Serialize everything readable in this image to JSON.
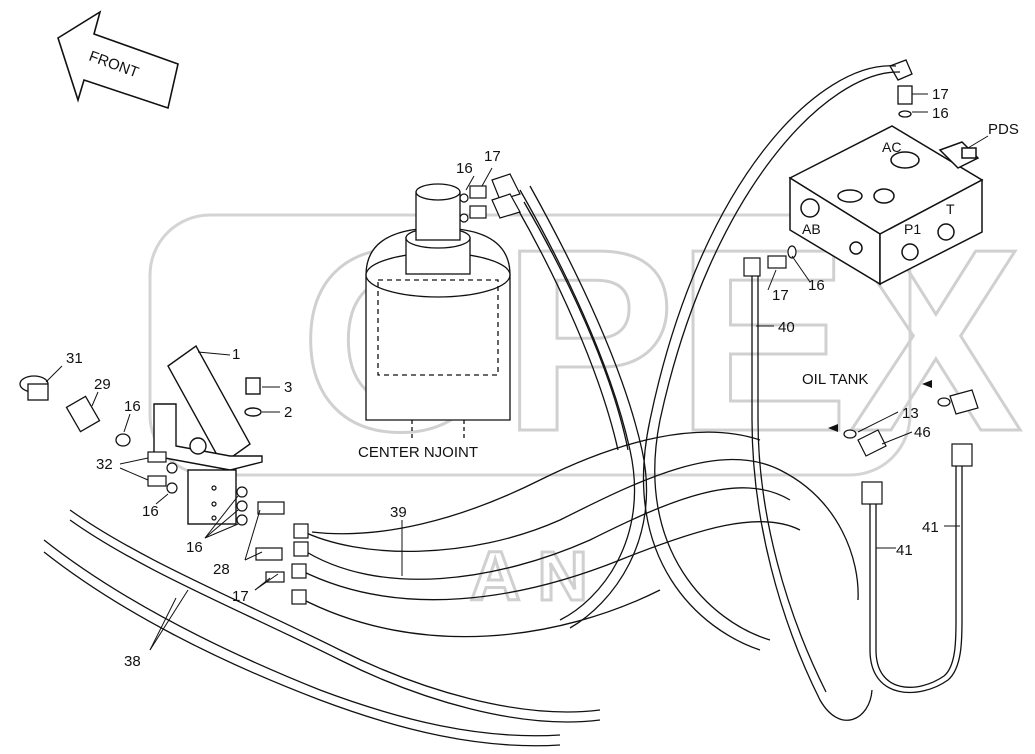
{
  "arrow": {
    "label": "FRONT"
  },
  "watermark": {
    "text": "OPEX",
    "sub": "A N"
  },
  "captions": {
    "center_joint": "CENTER NJOINT",
    "oil_tank": "OIL TANK",
    "pds": "PDS",
    "port_ac": "AC",
    "port_ab": "AB",
    "port_p1": "P1",
    "port_t": "T"
  },
  "callouts": {
    "c1": "1",
    "c2": "2",
    "c3": "3",
    "c13": "13",
    "c16a": "16",
    "c16b": "16",
    "c16c": "16",
    "c16d": "16",
    "c16e": "16",
    "c16f": "16",
    "c17a": "17",
    "c17b": "17",
    "c17c": "17",
    "c17d": "17",
    "c28": "28",
    "c29": "29",
    "c31": "31",
    "c32": "32",
    "c38": "38",
    "c39": "39",
    "c40": "40",
    "c41a": "41",
    "c41b": "41",
    "c46": "46"
  },
  "colors": {
    "line": "#1a1a1a",
    "watermark": "#d0d0d0"
  }
}
